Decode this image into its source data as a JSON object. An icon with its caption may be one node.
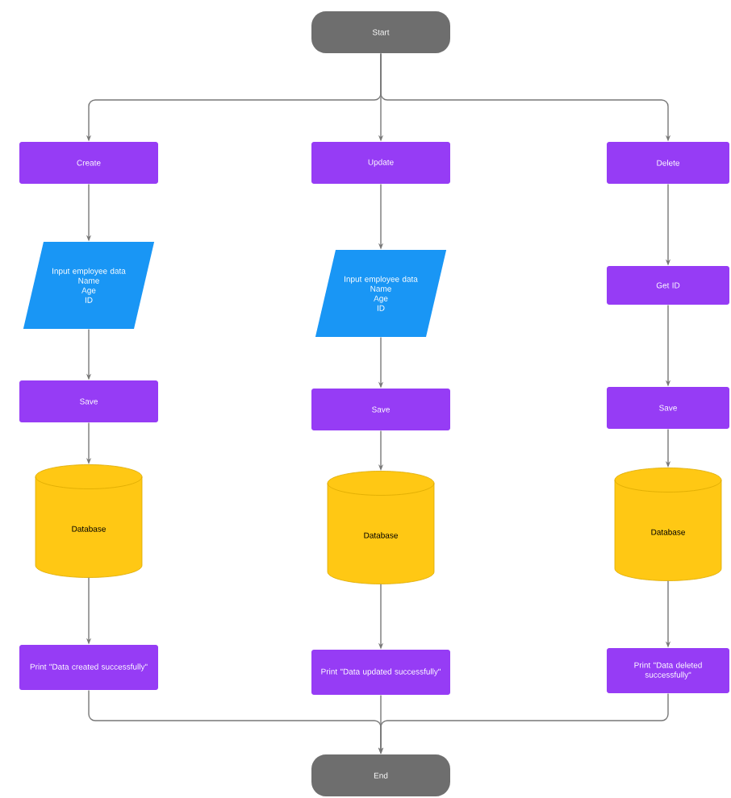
{
  "diagram": {
    "nodes": [
      {
        "text": [
          "Start"
        ]
      },
      {
        "text": [
          "Create"
        ]
      },
      {
        "text": [
          "Update"
        ]
      },
      {
        "text": [
          "Delete"
        ]
      },
      {
        "text": [
          "Input employee data",
          "Name",
          "Age",
          "ID"
        ]
      },
      {
        "text": [
          "Input employee data",
          "Name",
          "Age",
          "ID"
        ]
      },
      {
        "text": [
          "Get ID"
        ]
      },
      {
        "text": [
          "Save"
        ]
      },
      {
        "text": [
          "Save"
        ]
      },
      {
        "text": [
          "Save"
        ]
      },
      {
        "text": [
          "Database"
        ]
      },
      {
        "text": [
          "Database"
        ]
      },
      {
        "text": [
          "Database"
        ]
      },
      {
        "text": [
          "Print \"Data created successfully\""
        ]
      },
      {
        "text": [
          "Print \"Data updated successfully\""
        ]
      },
      {
        "text": [
          "Print \"Data deleted successfully\""
        ]
      },
      {
        "text": [
          "End"
        ]
      }
    ],
    "edges": [
      {
        "from": 0,
        "to": 1,
        "arrow": "to"
      },
      {
        "from": 0,
        "to": 2,
        "arrow": "to"
      },
      {
        "from": 0,
        "to": 3,
        "arrow": "to"
      },
      {
        "from": 1,
        "to": 4,
        "arrow": "to"
      },
      {
        "from": 2,
        "to": 5,
        "arrow": "to"
      },
      {
        "from": 3,
        "to": 6,
        "arrow": "to"
      },
      {
        "from": 4,
        "to": 7,
        "arrow": "to"
      },
      {
        "from": 5,
        "to": 8,
        "arrow": "to"
      },
      {
        "from": 6,
        "to": 9,
        "arrow": "to"
      },
      {
        "from": 7,
        "to": 10,
        "arrow": "to"
      },
      {
        "from": 8,
        "to": 11,
        "arrow": "to"
      },
      {
        "from": 9,
        "to": 12,
        "arrow": "to"
      },
      {
        "from": 10,
        "to": 13,
        "arrow": "to"
      },
      {
        "from": 11,
        "to": 14,
        "arrow": "to"
      },
      {
        "from": 12,
        "to": 15,
        "arrow": "to"
      },
      {
        "from": 13,
        "to": 16,
        "arrow": "to"
      },
      {
        "from": 14,
        "to": 16,
        "arrow": "to"
      },
      {
        "from": 15,
        "to": 16,
        "arrow": "to"
      }
    ]
  }
}
